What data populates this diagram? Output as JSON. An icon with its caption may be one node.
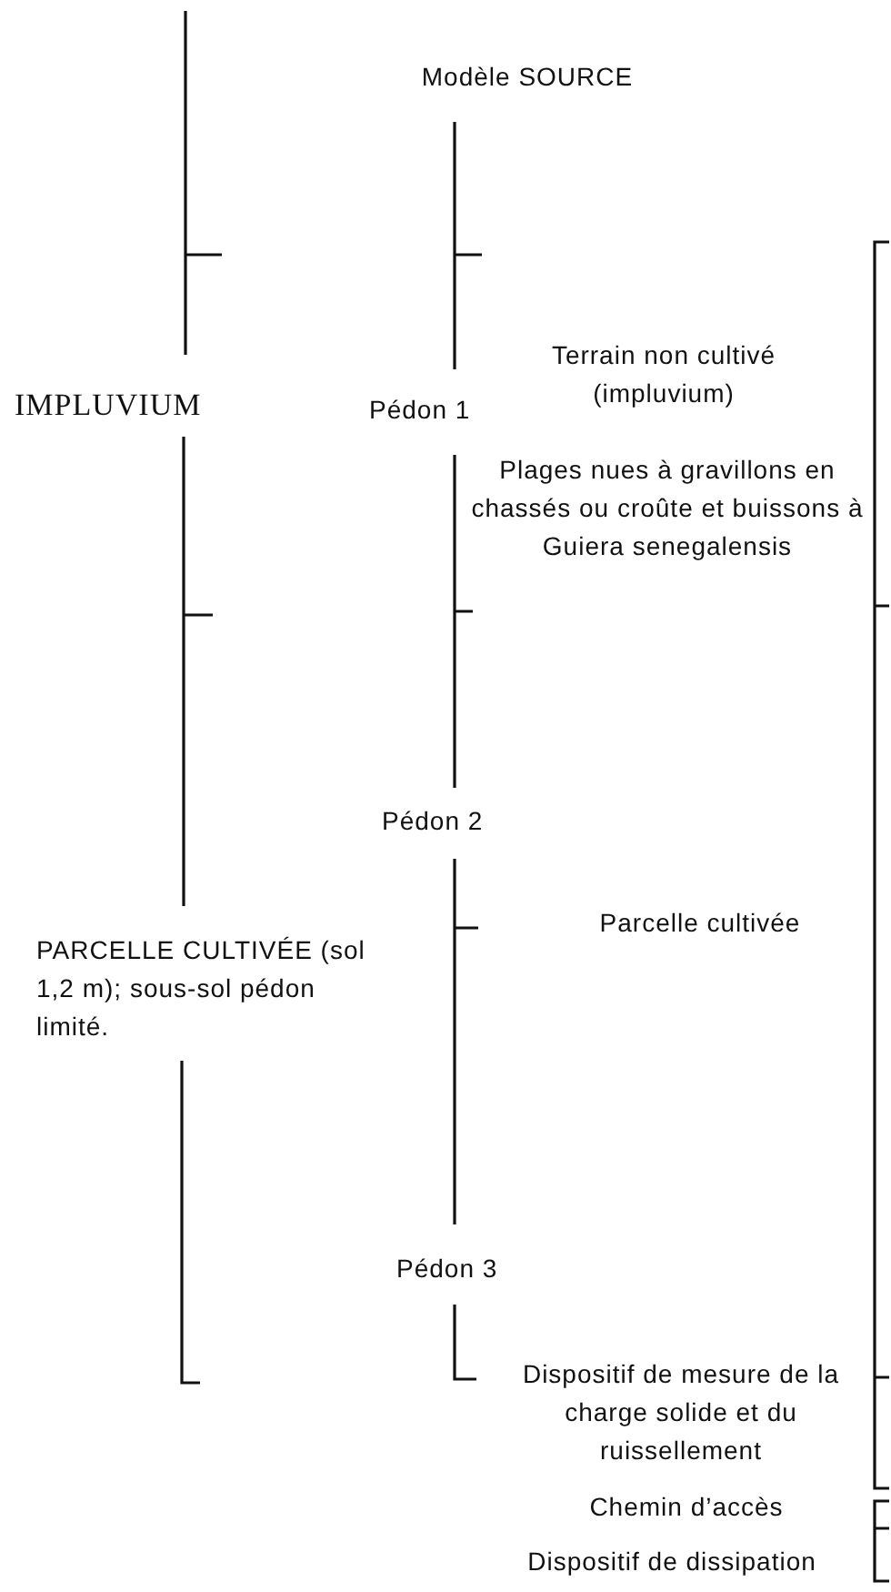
{
  "diagram": {
    "labels": [
      "Modèle SOURCE",
      "IMPLUVIUM",
      "Pédon 1",
      "Terrain non cultivé (impluvium)",
      "Plages nues à gravillons en chassés ou croûte et buissons à Guiera senegalensis",
      "Pédon 2",
      "Parcelle cultivée",
      "PARCELLE CULTIVÉE (sol 1,2 m); sous-sol pédon limité.",
      "Pédon 3",
      "Dispositif de mesure de la charge solide et du ruissellement",
      "Chemin d’accès",
      "Dispositif de dissipation"
    ]
  }
}
